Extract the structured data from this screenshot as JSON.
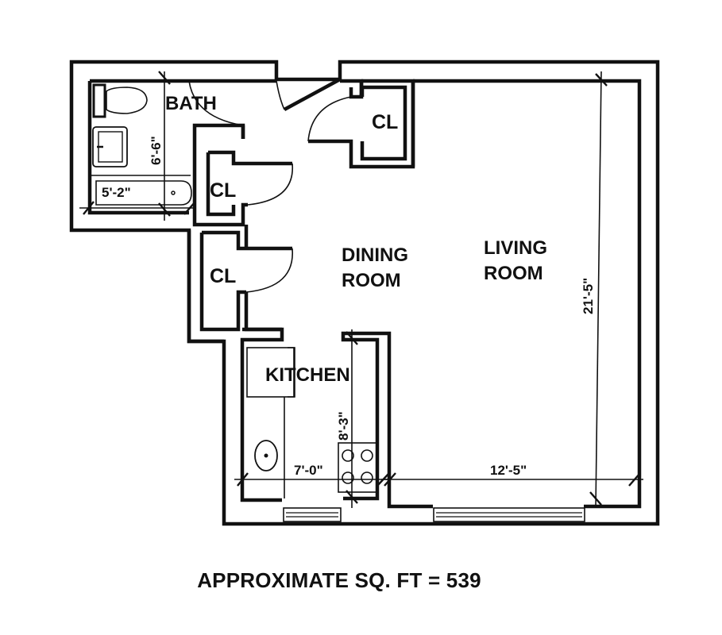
{
  "floor_plan": {
    "rooms": {
      "bath": "BATH",
      "dining": {
        "line1": "DINING",
        "line2": "ROOM"
      },
      "living": {
        "line1": "LIVING",
        "line2": "ROOM"
      },
      "kitchen": "KITCHEN",
      "closets": [
        "CL",
        "CL",
        "CL"
      ]
    },
    "dimensions": {
      "bath_width": "5'-2\"",
      "bath_length": "6'-6\"",
      "kitchen_width": "7'-0\"",
      "kitchen_length": "8'-3\"",
      "living_width": "12'-5\"",
      "living_length": "21'-5\""
    },
    "footer": {
      "label": "APPROXIMATE SQ. FT",
      "equals": "=",
      "value": "539",
      "text": "APPROXIMATE SQ. FT  = 539"
    }
  },
  "colors": {
    "line": "#111111",
    "background": "#ffffff"
  }
}
